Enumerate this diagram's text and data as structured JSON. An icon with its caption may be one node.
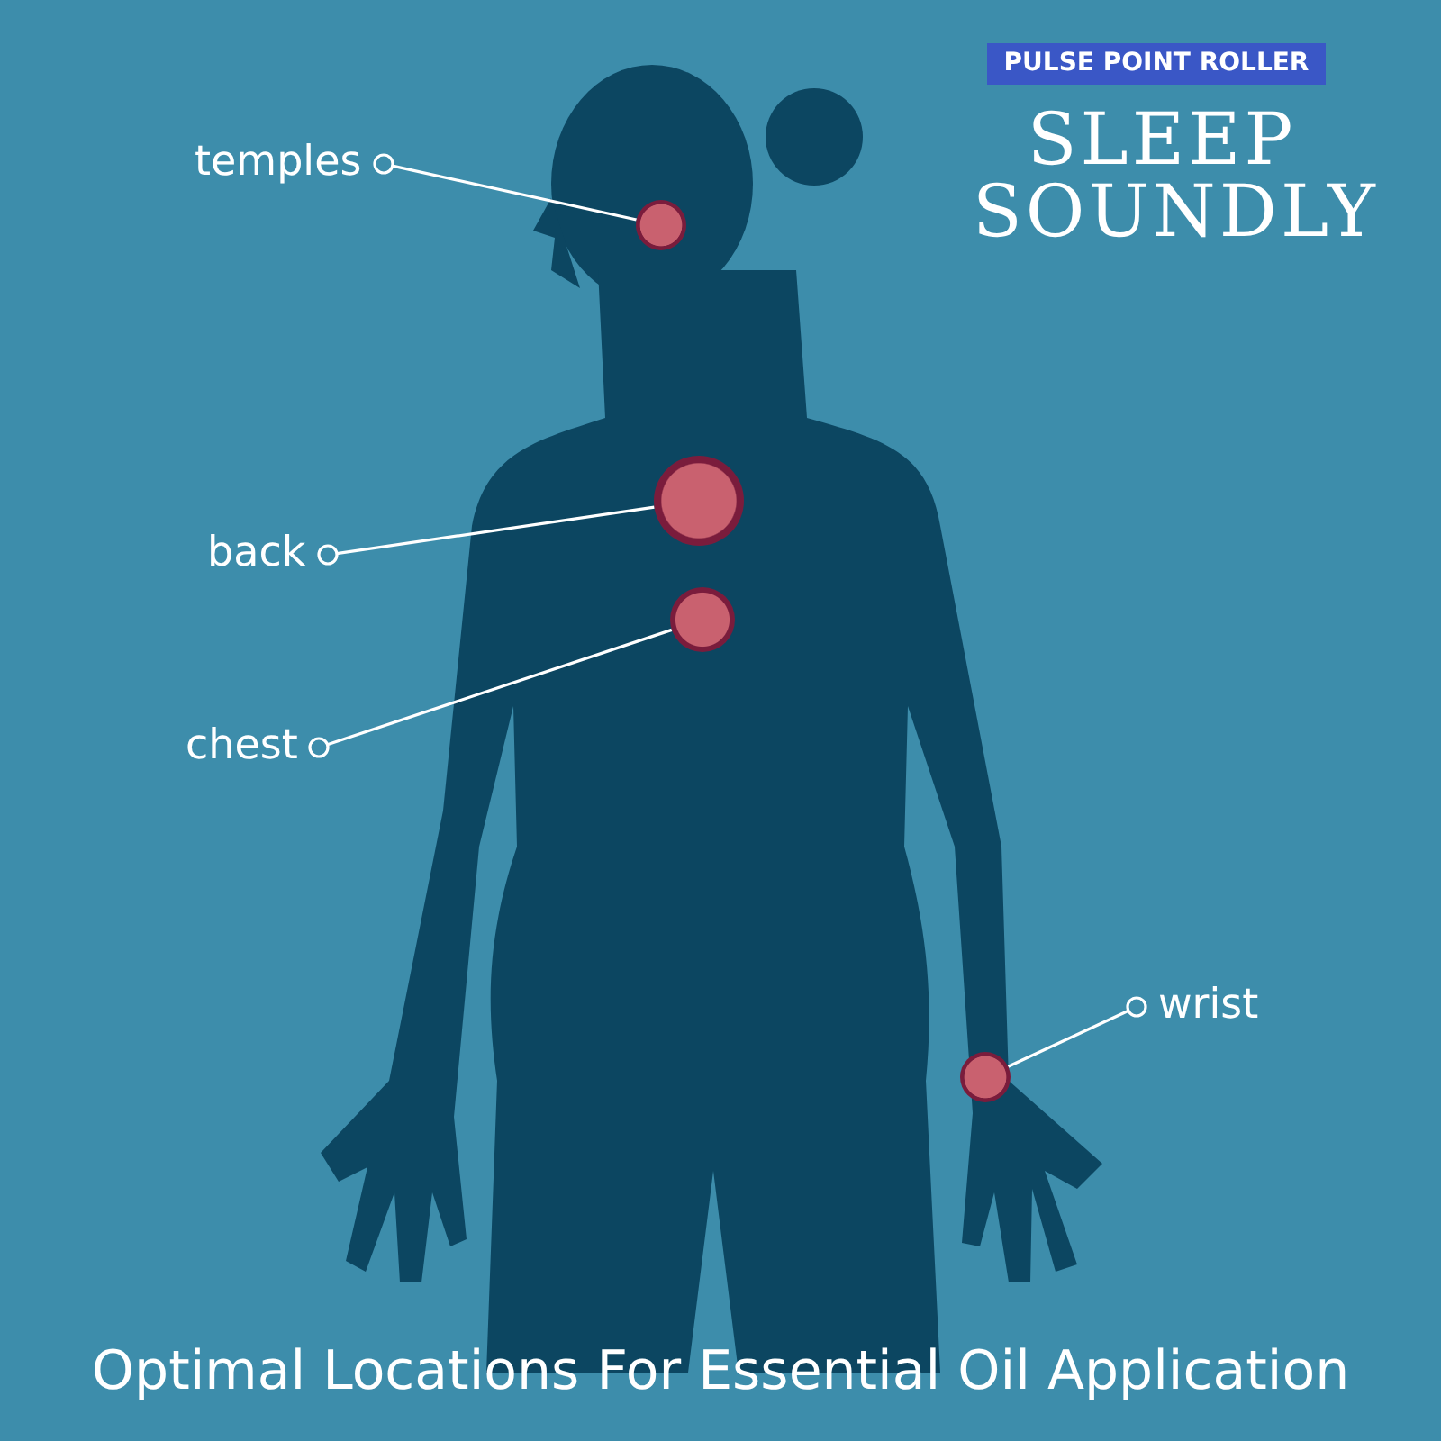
{
  "diagram": {
    "title": "SLEEP SOUNDLY",
    "caption": "Optimal Locations For Essential Oil Application",
    "nodes": [
      {
        "text": [
          "temples"
        ]
      },
      {
        "text": [],
        "shape": "circle"
      },
      {
        "text": [
          "back"
        ]
      },
      {
        "text": [],
        "shape": "circle"
      },
      {
        "text": [
          "chest"
        ]
      },
      {
        "text": [],
        "shape": "circle"
      },
      {
        "text": [
          "wrist"
        ]
      },
      {
        "text": [],
        "shape": "circle"
      }
    ],
    "edges": [
      {
        "from": 0,
        "to": 1,
        "arrow": "other"
      },
      {
        "from": 2,
        "to": 3,
        "arrow": "other"
      },
      {
        "from": 4,
        "to": 5,
        "arrow": "other"
      },
      {
        "from": 6,
        "to": 7,
        "arrow": "other"
      }
    ],
    "labels": [
      "PULSE POINT ROLLER"
    ]
  }
}
